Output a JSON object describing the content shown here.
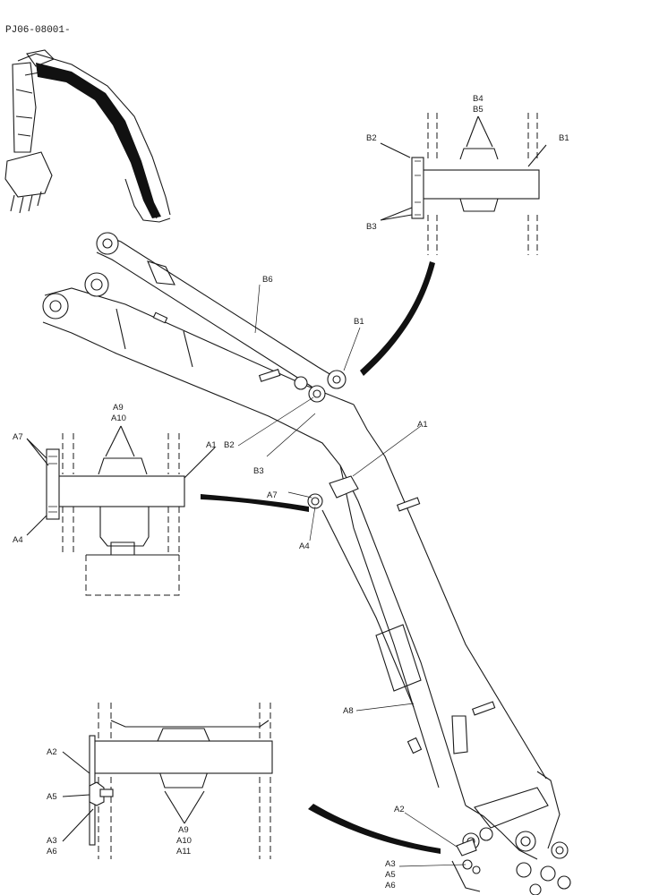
{
  "header": {
    "code": "PJ06-08001-"
  },
  "labels": {
    "B4": "B4",
    "B5": "B5",
    "B2": "B2",
    "B1": "B1",
    "B3": "B3",
    "B6": "B6",
    "A1": "A1",
    "A2": "A2",
    "A3": "A3",
    "A4": "A4",
    "A5": "A5",
    "A6": "A6",
    "A7": "A7",
    "A8": "A8",
    "A9": "A9",
    "A10": "A10",
    "A11": "A11"
  }
}
